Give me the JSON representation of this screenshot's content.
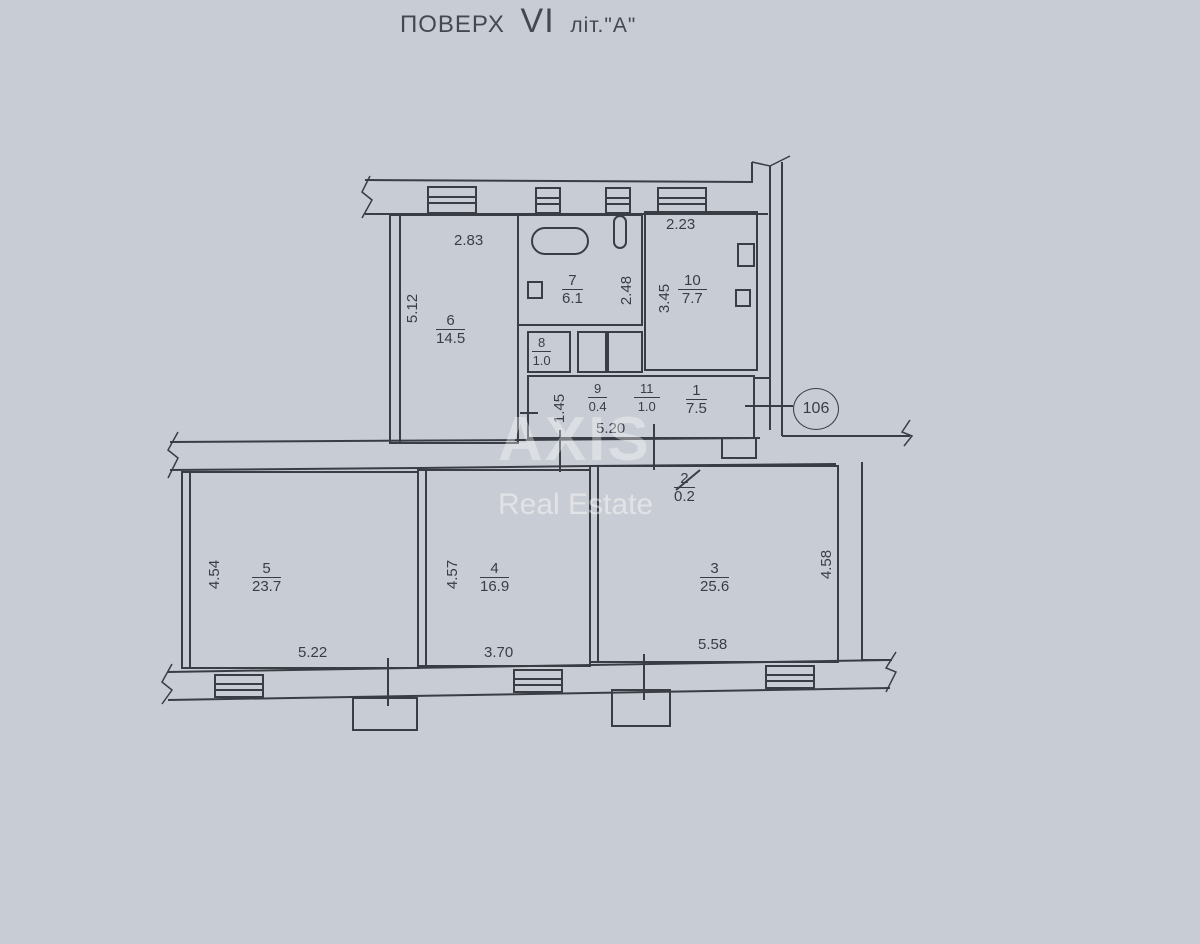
{
  "header": {
    "floor_label": "ПОВЕРХ",
    "floor_number": "VI",
    "letter_label": "літ.\"А\""
  },
  "rooms": [
    {
      "number": "1",
      "area": "7.5"
    },
    {
      "number": "2",
      "area": "0.2"
    },
    {
      "number": "3",
      "area": "25.6"
    },
    {
      "number": "4",
      "area": "16.9"
    },
    {
      "number": "5",
      "area": "23.7"
    },
    {
      "number": "6",
      "area": "14.5"
    },
    {
      "number": "7",
      "area": "6.1"
    },
    {
      "number": "8",
      "area": "1.0"
    },
    {
      "number": "9",
      "area": "0.4"
    },
    {
      "number": "10",
      "area": "7.7"
    },
    {
      "number": "11",
      "area": "1.0"
    }
  ],
  "dimensions": {
    "room6_width": "2.83",
    "room6_height": "5.12",
    "room7_height": "2.48",
    "room10_width": "2.23",
    "room10_height": "3.45",
    "corridor_height": "1.45",
    "corridor_width": "5.20",
    "room5_height": "4.54",
    "room5_width": "5.22",
    "room4_height": "4.57",
    "room4_width": "3.70",
    "room3_height": "4.58",
    "room3_width": "5.58"
  },
  "apartment_badge": "106",
  "watermark": {
    "brand": "AXIS",
    "sub": "Real Estate"
  },
  "colors": {
    "paper": "#c8ccd4",
    "line": "#3a3d44"
  }
}
